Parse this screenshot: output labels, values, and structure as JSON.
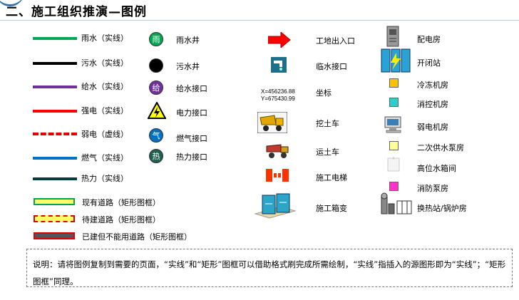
{
  "title": "二、施工组织推演—图例",
  "lines": [
    {
      "label": "雨水（实线）",
      "color": "#00a651"
    },
    {
      "label": "污水（实线）",
      "color": "#000000"
    },
    {
      "label": "给水（实线）",
      "color": "#7030a0"
    },
    {
      "label": "强电（实线）",
      "color": "#ff0000"
    },
    {
      "label": "弱电（虚线）",
      "color": "#e00000"
    },
    {
      "label": "燃气（实线）",
      "color": "#0070c0"
    },
    {
      "label": "热力（实线）",
      "color": "#003d3d"
    }
  ],
  "points": [
    {
      "label": "雨水井",
      "glyph": "雨",
      "color": "#00a651"
    },
    {
      "label": "污水井",
      "glyph": "",
      "color": "#000000"
    },
    {
      "label": "给水接口",
      "glyph": "给",
      "color": "#7030a0"
    },
    {
      "label": "电力接口",
      "glyph": "",
      "color": "#ffff00"
    },
    {
      "label": "燃气接口",
      "glyph": "气",
      "color": "#0070c0"
    },
    {
      "label": "热力接口",
      "glyph": "热",
      "color": "#1f5f4f"
    }
  ],
  "roads": [
    {
      "label": "现有道路（矩形图框）",
      "fill": "#ffff66",
      "border": "#00a651"
    },
    {
      "label": "待建道路（矩形图框）",
      "fill": "#ffff66",
      "border": "#e00000"
    },
    {
      "label": "已建但不能用道路（矩形图框）",
      "fill": "#555555",
      "border": "#e00000"
    }
  ],
  "site": [
    {
      "label": "工地出入口",
      "icon": "red-arrow-icon"
    },
    {
      "label": "临水接口",
      "icon": "water-tap-icon"
    },
    {
      "label": "坐标",
      "icon": "coordinate-text"
    },
    {
      "label": "挖土车",
      "icon": "dump-truck-icon"
    },
    {
      "label": "运土车",
      "icon": "haul-truck-icon"
    },
    {
      "label": "施工电梯",
      "icon": "elevator-icon"
    },
    {
      "label": "施工箱变",
      "icon": "box-substation-icon"
    }
  ],
  "coord": {
    "x": "X=456236.88",
    "y": "Y=675430.99"
  },
  "rooms": [
    {
      "label": "配电房",
      "color": "#888888"
    },
    {
      "label": "开闭站",
      "color": "#29a3d6"
    },
    {
      "label": "冷冻机房",
      "color": "#ffc000"
    },
    {
      "label": "消控机房",
      "color": "#33cccc"
    },
    {
      "label": "弱电机房",
      "color": "#999999"
    },
    {
      "label": "二次供水泵房",
      "color": "#ffff99"
    },
    {
      "label": "高位水箱间",
      "color": "#dddddd"
    },
    {
      "label": "消防泵房",
      "color": "#ff33cc"
    },
    {
      "label": "换热站/锅炉房",
      "color": "#777777"
    }
  ],
  "note": "说明：请将图例复制到需要的页面，“实线”和“矩形”图框可以借助格式刷完成所需绘制，“实线”指插入的源图形即为“实线”；“矩形图框”同理。"
}
